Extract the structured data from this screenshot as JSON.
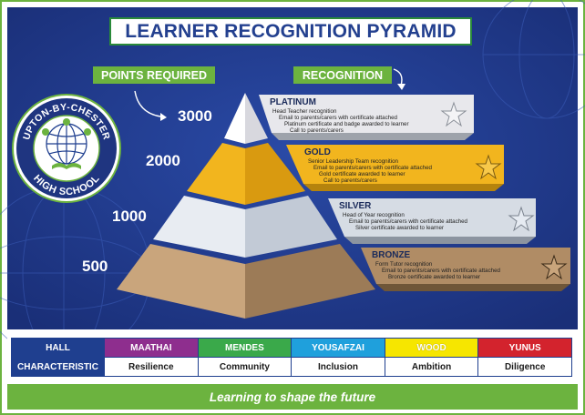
{
  "title": "LEARNER RECOGNITION PYRAMID",
  "labels": {
    "points_required": "POINTS REQUIRED",
    "recognition": "RECOGNITION"
  },
  "school": {
    "top_text": "UPTON-BY-CHESTER",
    "bottom_text": "HIGH SCHOOL"
  },
  "tiers": [
    {
      "name": "PLATINUM",
      "points": "3000",
      "color": "#e8e8ec",
      "lines": [
        "Head Teacher recognition",
        "Email to parents/carers with certificate attached",
        "Platinum certificate and badge awarded to learner",
        "Call to parents/carers"
      ]
    },
    {
      "name": "GOLD",
      "points": "2000",
      "color": "#f2b51e",
      "lines": [
        "Senior Leadership Team recognition",
        "Email to parents/carers with certificate attached",
        "Gold certificate awarded to learner",
        "Call to parents/carers"
      ]
    },
    {
      "name": "SILVER",
      "points": "1000",
      "color": "#d6dce4",
      "lines": [
        "Head of Year recognition",
        "Email to parents/carers with certificate attached",
        "Silver certificate awarded to learner"
      ]
    },
    {
      "name": "BRONZE",
      "points": "500",
      "color": "#b08c65",
      "lines": [
        "Form Tutor recognition",
        "Email to parents/carers with certificate attached",
        "Bronze certificate awarded to learner"
      ]
    }
  ],
  "table": {
    "hall_header": "HALL",
    "characteristic_header": "CHARACTERISTIC",
    "halls": [
      {
        "name": "MAATHAI",
        "characteristic": "Resilience",
        "color": "#8e2e8e"
      },
      {
        "name": "MENDES",
        "characteristic": "Community",
        "color": "#3aa94a"
      },
      {
        "name": "YOUSAFZAI",
        "characteristic": "Inclusion",
        "color": "#1fa0dc"
      },
      {
        "name": "WOOD",
        "characteristic": "Ambition",
        "color": "#f6e600"
      },
      {
        "name": "YUNUS",
        "characteristic": "Diligence",
        "color": "#d3232d"
      }
    ]
  },
  "footer": "Learning to shape the future",
  "colors": {
    "navy": "#1f3f8f",
    "green": "#6cb33f",
    "dark_blue_bg": "#1f3580"
  }
}
